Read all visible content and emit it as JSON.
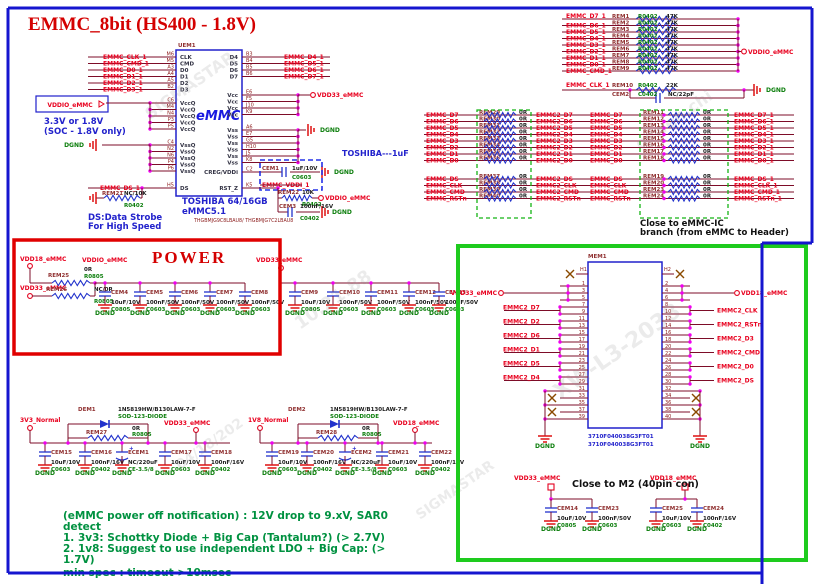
{
  "title": "EMMC_8bit (HS400 - 1.8V)",
  "section_titles": {
    "power": "POWER",
    "close_emmc": [
      "Close to eMMC-IC",
      "branch (from eMMC to Header)"
    ],
    "close_m2": "Close to M2 (40pin con)"
  },
  "notes": {
    "lines": [
      "(eMMC power off notification) : 12V drop to 9.xV, SAR0",
      "detect",
      "1. 3v3: Schottky Diode + Big Cap (Tantalum?) (> 2.7V)",
      "2. 1v8: Suggest to use independent LDO + Big Cap: (>",
      "1.7V)"
    ],
    "min_spec": "min spec : timeout >10msec"
  },
  "annotations": {
    "vddio_choice": [
      "3.3V or 1.8V",
      "(SOC - 1.8V only)"
    ],
    "toshiba_cap": "TOSHIBA---1uF",
    "toshiba_part": [
      "TOSHIBA 64/16GB",
      "eMMC5.1"
    ],
    "toshiba_pn": "THGBMJG9C8LBAU8/ THGBMJG7C2LBAU8",
    "ds_note": [
      "DS:Data Strobe",
      "For High Speed"
    ]
  },
  "nets": {
    "vddio": "VDDIO_eMMC",
    "vdd33": "VDD33_eMMC",
    "vdd18": "VDD18_eMMC",
    "dgnd": "DGND",
    "v3": "3V3_Normal",
    "v1": "1V8_Normal",
    "creg": "EMMC_VDDI_1"
  },
  "ic": {
    "refdes": "UEM1",
    "label": "eMMC",
    "left_signals": [
      {
        "net": "EMMC_CLK_1",
        "num": "M6",
        "name": "CLK"
      },
      {
        "net": "EMMC_CMD_1",
        "num": "M5",
        "name": "CMD"
      },
      {
        "net": "EMMC_D0_1",
        "num": "A3",
        "name": "D0"
      },
      {
        "net": "EMMC_D1_1",
        "num": "A4",
        "name": "D1"
      },
      {
        "net": "EMMC_D2_1",
        "num": "A5",
        "name": "D2"
      },
      {
        "net": "EMMC_D3_1",
        "num": "B2",
        "name": "D3"
      }
    ],
    "vccq": {
      "name": "VccQ",
      "nums": [
        "C6",
        "M4",
        "N4",
        "P3",
        "P5"
      ]
    },
    "vssq": {
      "name": "VssQ",
      "nums": [
        "C4",
        "N2",
        "N6",
        "P4",
        "P6"
      ]
    },
    "ds": {
      "net": "EMMC_DS_1",
      "num": "H5",
      "name": "DS"
    },
    "right_signals": [
      {
        "net": "EMMC_D4_1",
        "num": "B3",
        "name": "D4"
      },
      {
        "net": "EMMC_D5_1",
        "num": "B4",
        "name": "D5"
      },
      {
        "net": "EMMC_D6_1",
        "num": "B5",
        "name": "D6"
      },
      {
        "net": "EMMC_D7_1",
        "num": "B6",
        "name": "D7"
      }
    ],
    "vcc": {
      "name": "Vcc",
      "nums": [
        "E6",
        "F5",
        "J10",
        "K9"
      ]
    },
    "vss": {
      "name": "Vss",
      "nums": [
        "A6",
        "E7",
        "G5",
        "H10",
        "J5",
        "K8"
      ]
    },
    "creg": {
      "num": "C2",
      "name": "CREG/VDDi"
    },
    "rst": {
      "num": "K5",
      "name": "RST_Z"
    },
    "creg_cap": {
      "ref": "CEM1",
      "val": "1uF/10V",
      "fp": "C0603"
    },
    "rst_res": {
      "ref": "REM22",
      "val": "10K",
      "fp": "R0402"
    },
    "rst_cap": {
      "ref": "CEM3",
      "val": "100nF/16V",
      "fp": "C0402"
    },
    "ds_res": {
      "ref": "REM21",
      "val": "NC/10K",
      "fp": "R0402"
    }
  },
  "pullups": {
    "rows": [
      {
        "net": "EMMC_D7_1",
        "ref": "REM1",
        "fp": "R0402",
        "val": "47K"
      },
      {
        "net": "EMMC_D6_1",
        "ref": "REM2",
        "fp": "R0402",
        "val": "47K"
      },
      {
        "net": "EMMC_D5_1",
        "ref": "REM3",
        "fp": "R0402",
        "val": "47K"
      },
      {
        "net": "EMMC_D4_1",
        "ref": "REM4",
        "fp": "R0402",
        "val": "47K"
      },
      {
        "net": "EMMC_D3_1",
        "ref": "REM5",
        "fp": "R0402",
        "val": "47K"
      },
      {
        "net": "EMMC_D2_1",
        "ref": "REM6",
        "fp": "R0402",
        "val": "47K"
      },
      {
        "net": "EMMC_D1_1",
        "ref": "REM7",
        "fp": "R0402",
        "val": "47K"
      },
      {
        "net": "EMMC_D0_1",
        "ref": "REM8",
        "fp": "R0402",
        "val": "47K"
      },
      {
        "net": "EMMC_CMD_1",
        "ref": "REM9",
        "fp": "R0402",
        "val": "47K"
      }
    ],
    "clk": {
      "net": "EMMC_CLK_1",
      "ref": "REM10",
      "fp": "R0402",
      "val": "22K"
    },
    "clk_cap": {
      "ref": "CEM2",
      "fp": "C0402",
      "val": "NC/22pF"
    }
  },
  "matrix": {
    "rows": [
      {
        "c1": "EMMC_D7",
        "r1": "REM29",
        "c2": "EMMC2_D7",
        "c3": "EMMC_D7",
        "r2": "REM11",
        "c4": "EMMC_D7_1",
        "val": "0R"
      },
      {
        "c1": "EMMC_D6",
        "r1": "REM30",
        "c2": "EMMC2_D6",
        "c3": "EMMC_D6",
        "r2": "REM12",
        "c4": "EMMC_D6_1",
        "val": "0R"
      },
      {
        "c1": "EMMC_D5",
        "r1": "REM31",
        "c2": "EMMC2_D5",
        "c3": "EMMC_D5",
        "r2": "REM13",
        "c4": "EMMC_D5_1",
        "val": "0R"
      },
      {
        "c1": "EMMC_D4",
        "r1": "REM32",
        "c2": "EMMC2_D4",
        "c3": "EMMC_D4",
        "r2": "REM14",
        "c4": "EMMC_D4_1",
        "val": "0R"
      },
      {
        "c1": "EMMC_D3",
        "r1": "REM33",
        "c2": "EMMC2_D3",
        "c3": "EMMC_D3",
        "r2": "REM15",
        "c4": "EMMC_D3_1",
        "val": "0R"
      },
      {
        "c1": "EMMC_D2",
        "r1": "REM34",
        "c2": "EMMC2_D2",
        "c3": "EMMC_D2",
        "r2": "REM16",
        "c4": "EMMC_D2_1",
        "val": "0R"
      },
      {
        "c1": "EMMC_D1",
        "r1": "REM35",
        "c2": "EMMC2_D1",
        "c3": "EMMC_D1",
        "r2": "REM17",
        "c4": "EMMC_D1_1",
        "val": "0R"
      },
      {
        "c1": "EMMC_D0",
        "r1": "REM36",
        "c2": "EMMC2_D0",
        "c3": "EMMC_D0",
        "r2": "REM18",
        "c4": "EMMC_D0_1",
        "val": "0R"
      },
      {
        "c1": "EMMC_DS",
        "r1": "REM37",
        "c2": "EMMC2_DS",
        "c3": "EMMC_DS",
        "r2": "REM19",
        "c4": "EMMC_DS_1",
        "val": "0R"
      },
      {
        "c1": "EMMC_CLK",
        "r1": "REM38",
        "c2": "EMMC2_CLK",
        "c3": "EMMC_CLK",
        "r2": "REM20",
        "c4": "EMMC_CLK_1",
        "val": "0R"
      },
      {
        "c1": "EMMC_CMD",
        "r1": "REM39",
        "c2": "EMMC2_CMD",
        "c3": "EMMC_CMD",
        "r2": "REM23",
        "c4": "EMMC_CMD_1",
        "val": "0R"
      },
      {
        "c1": "EMMC_RSTn",
        "r1": "REM40",
        "c2": "EMMC2_RSTn",
        "c3": "EMMC_RSTn",
        "r2": "REM24",
        "c4": "EMMC_RSTn_1",
        "val": "0R"
      }
    ]
  },
  "power": {
    "vdd18_res": {
      "ref": "REM25",
      "val": "0R",
      "fp": "R0805"
    },
    "vdd33_res": {
      "ref": "REM26",
      "val": "NC/0R",
      "fp": "R0805"
    },
    "caps_io": [
      {
        "ref": "CEM4",
        "val": "10uF/10V",
        "fp": "C0805"
      },
      {
        "ref": "CEM5",
        "val": "100nF/50V",
        "fp": "C0603"
      },
      {
        "ref": "CEM6",
        "val": "100nF/50V",
        "fp": "C0603"
      },
      {
        "ref": "CEM7",
        "val": "100nF/50V",
        "fp": "C0603"
      },
      {
        "ref": "CEM8",
        "val": "100nF/50V",
        "fp": "C0603"
      }
    ],
    "caps_33": [
      {
        "ref": "CEM9",
        "val": "10uF/10V",
        "fp": "C0805"
      },
      {
        "ref": "CEM10",
        "val": "100nF/50V",
        "fp": "C0603"
      },
      {
        "ref": "CEM11",
        "val": "100nF/50V",
        "fp": "C0603"
      },
      {
        "ref": "CEM12",
        "val": "100nF/50V",
        "fp": "C0603"
      },
      {
        "ref": "CEM13",
        "val": "100nF/50V",
        "fp": "C0603"
      }
    ]
  },
  "ldo": [
    {
      "in": "3V3_Normal",
      "out": "VDD33_eMMC",
      "dref": "DEM1",
      "dpart": "1N5819HW/B130LAW-7-F",
      "dfp": "SOD-123-DIODE",
      "rref": "REM27",
      "rval": "0R",
      "rfp": "R0805",
      "caps": [
        {
          "ref": "CEM15",
          "val": "10uF/10V",
          "fp": "C0603"
        },
        {
          "ref": "CEM16",
          "val": "100nF/16V",
          "fp": "C0402"
        },
        {
          "ref": "ECEM1",
          "val": "NC/220uF",
          "fp": "CE-3.5/8",
          "polar": true
        },
        {
          "ref": "CEM17",
          "val": "10uF/10V",
          "fp": "C0603"
        },
        {
          "ref": "CEM18",
          "val": "100nF/16V",
          "fp": "C0402"
        }
      ]
    },
    {
      "in": "1V8_Normal",
      "out": "VDD18_eMMC",
      "dref": "DEM2",
      "dpart": "1N5819HW/B130LAW-7-F",
      "dfp": "SOD-123-DIODE",
      "rref": "REM28",
      "rval": "0R",
      "rfp": "R0805",
      "caps": [
        {
          "ref": "CEM19",
          "val": "10uF/10V",
          "fp": "C0603"
        },
        {
          "ref": "CEM20",
          "val": "100nF/16V",
          "fp": "C0402"
        },
        {
          "ref": "ECEM2",
          "val": "NC/220uF",
          "fp": "CE-3.5/8",
          "polar": true
        },
        {
          "ref": "CEM21",
          "val": "10uF/10V",
          "fp": "C0603"
        },
        {
          "ref": "CEM22",
          "val": "100nF/16V",
          "fp": "C0402"
        }
      ]
    }
  ],
  "m2": {
    "refdes": "MEM1",
    "pn": "3710F040038G3FT01",
    "mount": [
      "H1",
      "H2"
    ],
    "left_pins": [
      "1",
      "3",
      "5",
      "7",
      "9",
      "11",
      "13",
      "15",
      "17",
      "19",
      "21",
      "23",
      "25",
      "27",
      "29",
      "31",
      "33",
      "35",
      "37",
      "39"
    ],
    "right_pins": [
      "2",
      "4",
      "6",
      "8",
      "10",
      "12",
      "14",
      "16",
      "18",
      "20",
      "22",
      "24",
      "26",
      "28",
      "30",
      "32",
      "34",
      "36",
      "38",
      "40"
    ],
    "left_pairs": [
      "EMMC2_D7",
      "EMMC2_D2",
      "EMMC2_D6",
      "EMMC2_D1",
      "EMMC2_D5",
      "EMMC2_D4"
    ],
    "right_pairs": [
      "EMMC2_CLK",
      "EMMC2_RSTn",
      "EMMC2_D3",
      "EMMC2_CMD",
      "EMMC2_D0",
      "EMMC2_DS"
    ],
    "caps_33": [
      {
        "ref": "CEM14",
        "val": "10uF/10V",
        "fp": "C0805"
      },
      {
        "ref": "CEM23",
        "val": "100nF/50V",
        "fp": "C0603"
      }
    ],
    "caps_18": [
      {
        "ref": "CEM25",
        "val": "10uF/10V",
        "fp": "C0603"
      },
      {
        "ref": "CEM24",
        "val": "100nF/16V",
        "fp": "C0402"
      }
    ]
  },
  "watermarks": [
    "SIGMASTAR",
    "10.21.88",
    "04/18/202",
    "XW-L3-2038",
    "oswen.chi",
    "SIGMASTAR"
  ],
  "colors": {
    "net_red": "#e8001e",
    "border_blue": "#1515cf",
    "box_green": "#1ecb1e",
    "box_red": "#e00000",
    "note_green": "#009140",
    "wire_maroon": "#7d0c28",
    "symbol_blue": "#2233cc"
  }
}
